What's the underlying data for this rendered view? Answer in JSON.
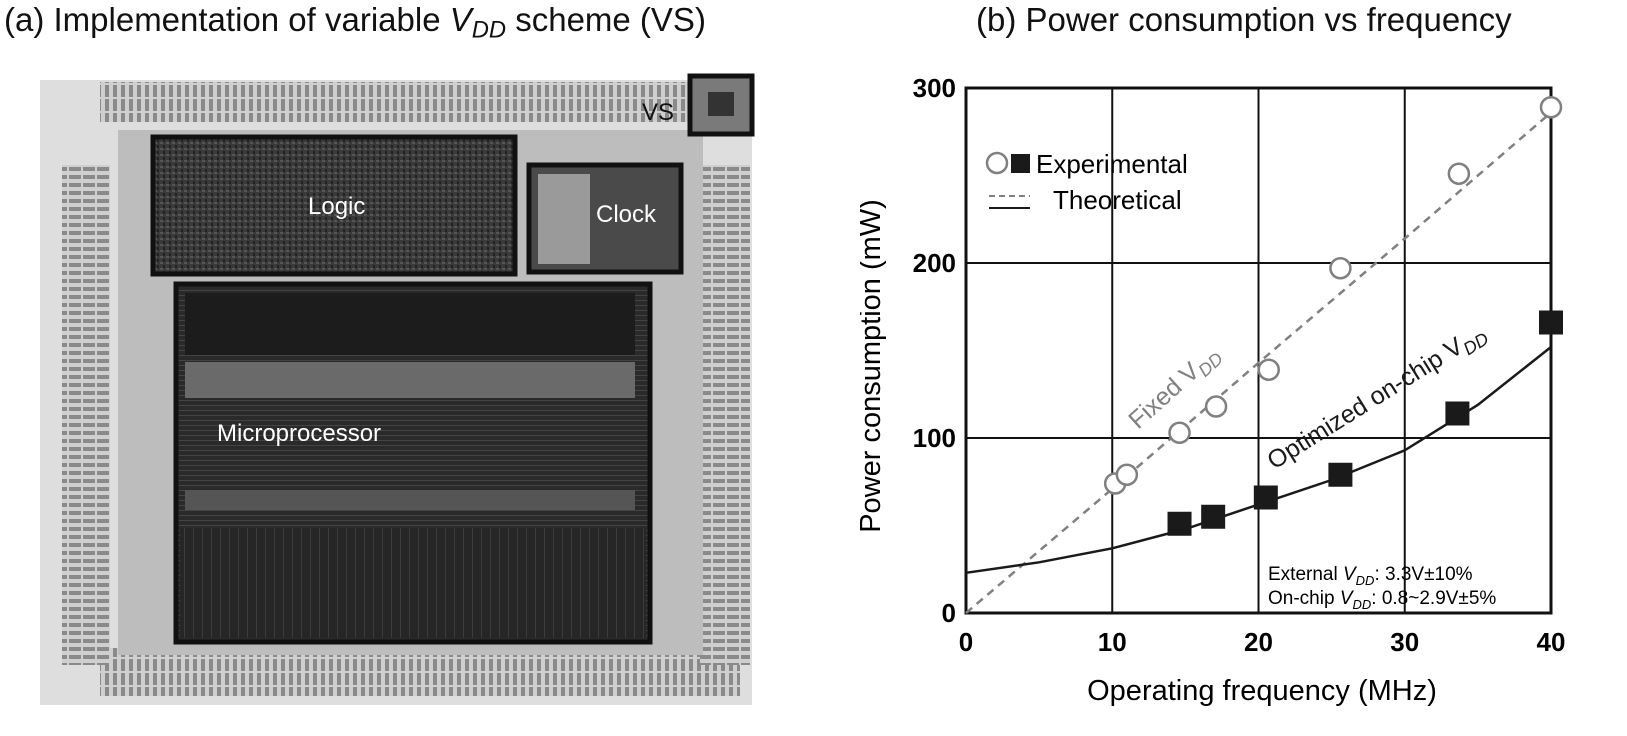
{
  "panel_a": {
    "title_prefix": "(a) Implementation of variable ",
    "title_v": "V",
    "title_sub": "DD",
    "title_suffix": " scheme (VS)",
    "blocks": {
      "vs": "VS",
      "logic": "Logic",
      "clock": "Clock",
      "microprocessor": "Microprocessor"
    }
  },
  "chart_data": {
    "type": "scatter",
    "title": "(b) Power consumption vs frequency",
    "xlabel": "Operating frequency (MHz)",
    "ylabel": "Power consumption (mW)",
    "xlim": [
      0,
      40
    ],
    "ylim": [
      0,
      300
    ],
    "xticks": [
      0,
      10,
      20,
      30,
      40
    ],
    "yticks": [
      0,
      100,
      200,
      300
    ],
    "grid": true,
    "legend_position": "top-left",
    "legend": {
      "experimental": "Experimental",
      "theoretical": "Theoretical"
    },
    "series": [
      {
        "name": "Fixed V_DD",
        "label_main": "Fixed V",
        "label_sub": "DD",
        "marker": "open-circle",
        "color": "#808080",
        "x": [
          10.2,
          11.0,
          14.6,
          17.1,
          20.7,
          25.6,
          33.7,
          40.0
        ],
        "y": [
          74,
          79,
          103,
          118,
          139,
          197,
          251,
          289
        ]
      },
      {
        "name": "Optimized on-chip V_DD",
        "label_main": "Optimized on-chip V",
        "label_sub": "DD",
        "marker": "filled-square",
        "color": "#1a1a1a",
        "x": [
          14.6,
          16.9,
          20.5,
          25.6,
          33.6,
          40.0
        ],
        "y": [
          51,
          55,
          66,
          79,
          114,
          166
        ]
      }
    ],
    "theoretical_curves": [
      {
        "name": "Fixed V_DD theoretical",
        "style": "dashed",
        "color": "#808080",
        "x": [
          0,
          10,
          20,
          30,
          40
        ],
        "y": [
          0,
          71,
          143,
          214,
          286
        ]
      },
      {
        "name": "Optimized on-chip V_DD theoretical",
        "style": "solid",
        "color": "#1a1a1a",
        "x": [
          0,
          5,
          10,
          15,
          20,
          25,
          30,
          35,
          40
        ],
        "y": [
          23,
          29,
          37,
          48,
          62,
          76,
          93,
          119,
          152
        ]
      }
    ],
    "annotations": {
      "external_label": "External ",
      "onchip_label": "On-chip ",
      "v": "V",
      "sub": "DD",
      "external_value": ": 3.3V±10%",
      "onchip_value": ": 0.8~2.9V±5%"
    }
  }
}
